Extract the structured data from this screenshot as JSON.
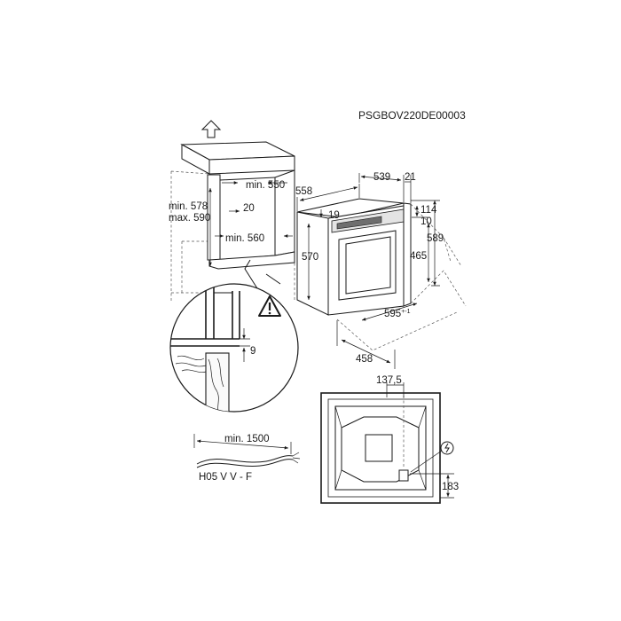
{
  "document_code": "PSGBOV220DE00003",
  "cabinet": {
    "opening_width_top": "min. 550",
    "side_gap": "20",
    "opening_width_bottom": "min. 560",
    "height_min": "min. 578",
    "height_max": "max. 590"
  },
  "detail": {
    "gap": "9"
  },
  "oven": {
    "width_total": "558",
    "depth_body": "539",
    "front_thickness": "21",
    "top_offset": "19",
    "height_body": "570",
    "top_to_cable": "114",
    "cable_gap": "10",
    "height_panel": "465",
    "height_total": "589",
    "width_front": "595",
    "width_front_tolerance": "+-1",
    "depth_bottom": "458"
  },
  "cable": {
    "length": "min. 1500",
    "type": "H05 V V - F"
  },
  "back_view": {
    "offset_top": "137,5",
    "offset_right": "183"
  }
}
